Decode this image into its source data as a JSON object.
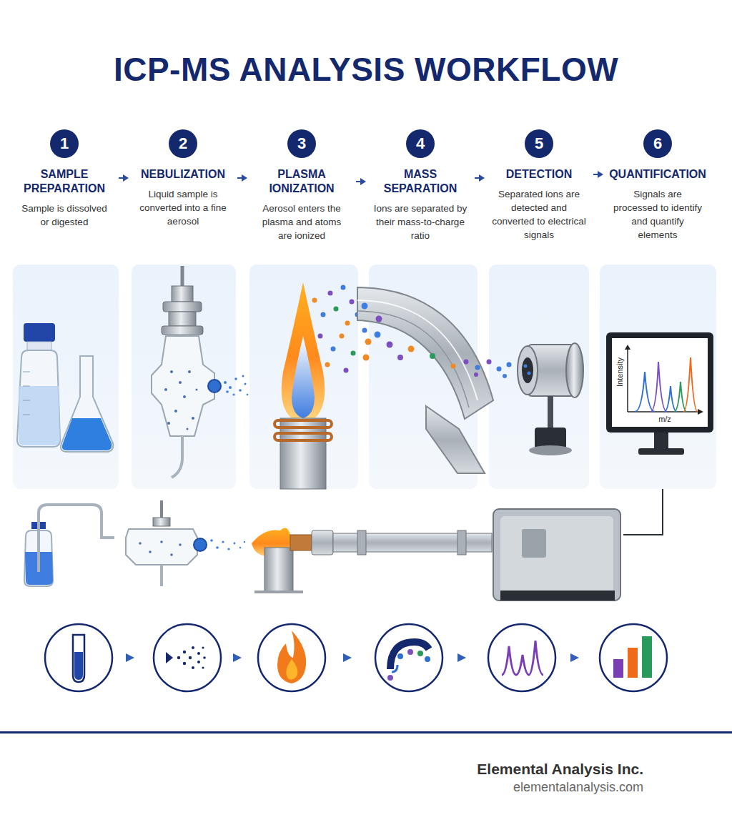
{
  "diagram": {
    "title": "ICP-MS ANALYSIS WORKFLOW",
    "nodes": [
      {
        "text": [
          "1",
          "SAMPLE PREPARATION",
          "Sample is dissolved or digested"
        ]
      },
      {
        "text": [
          "2",
          "NEBULIZATION",
          "Liquid sample is converted into a fine aerosol"
        ]
      },
      {
        "text": [
          "3",
          "PLASMA IONIZATION",
          "Aerosol enters the plasma and atoms are ionized"
        ]
      },
      {
        "text": [
          "4",
          "MASS SEPARATION",
          "Ions are separated by their mass-to-charge ratio"
        ]
      },
      {
        "text": [
          "5",
          "DETECTION",
          "Separated ions are detected and converted to electrical signals"
        ]
      },
      {
        "text": [
          "6",
          "QUANTIFICATION",
          "Signals are processed to identify and quantify elements"
        ]
      }
    ],
    "edges": [
      {
        "from": 0,
        "to": 1,
        "arrow": "to"
      },
      {
        "from": 1,
        "to": 2,
        "arrow": "to"
      },
      {
        "from": 2,
        "to": 3,
        "arrow": "to"
      },
      {
        "from": 3,
        "to": 4,
        "arrow": "to"
      },
      {
        "from": 4,
        "to": 5,
        "arrow": "to"
      }
    ],
    "labels": [
      "Intensity",
      "m/z",
      "Elemental Analysis Inc.",
      "elementalanalysis.com"
    ]
  }
}
